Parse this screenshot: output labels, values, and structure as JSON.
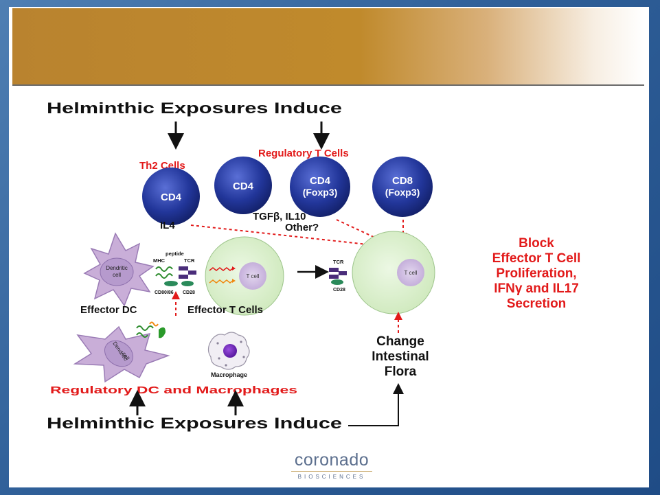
{
  "diagram": {
    "heading_top": "Helminthic Exposures Induce",
    "heading_bottom": "Helminthic Exposures Induce",
    "regulatory_t_cells_label": "Regulatory T Cells",
    "th2_label": "Th2 Cells",
    "cells": {
      "th2_cd4": "CD4",
      "treg_cd4": "CD4",
      "treg_cd4_foxp3_line1": "CD4",
      "treg_cd4_foxp3_line2": "(Foxp3)",
      "treg_cd8_foxp3_line1": "CD8",
      "treg_cd8_foxp3_line2": "(Foxp3)"
    },
    "il4_label": "IL4",
    "tgf_label": "TGFβ, IL10",
    "other_label": "Other?",
    "effector_dc": {
      "cell_text_line1": "Dendritic",
      "cell_text_line2": "cell",
      "peptide": "peptide",
      "mhc": "MHC",
      "tcr": "TCR",
      "cd80_86": "CD80/86",
      "cd28": "CD28",
      "caption": "Effector DC"
    },
    "effector_t": {
      "cell_text": "T cell",
      "caption": "Effector T Cells"
    },
    "target_t": {
      "tcr": "TCR",
      "cd28": "CD28",
      "cell_text": "T cell"
    },
    "regulatory_dc": {
      "cell_text_line1": "Dendritic",
      "cell_text_line2": "cell",
      "macrophage": "Macrophage",
      "caption": "Regulatory DC and Macrophages"
    },
    "flora": {
      "line1": "Change",
      "line2": "Intestinal",
      "line3": "Flora"
    },
    "outcome": {
      "line1": "Block",
      "line2": "Effector T Cell",
      "line3": "Proliferation,",
      "line4": "IFNγ and IL17",
      "line5": "Secretion"
    }
  },
  "logo": {
    "name": "coronado",
    "sub": "BIOSCIENCES"
  },
  "colors": {
    "header_gold": "#b9832f",
    "label_red": "#e21a1a",
    "cell_blue": "#1d2f8c",
    "t_cell_green": "#dcf2cf",
    "dc_purple": "#c9aed8"
  }
}
